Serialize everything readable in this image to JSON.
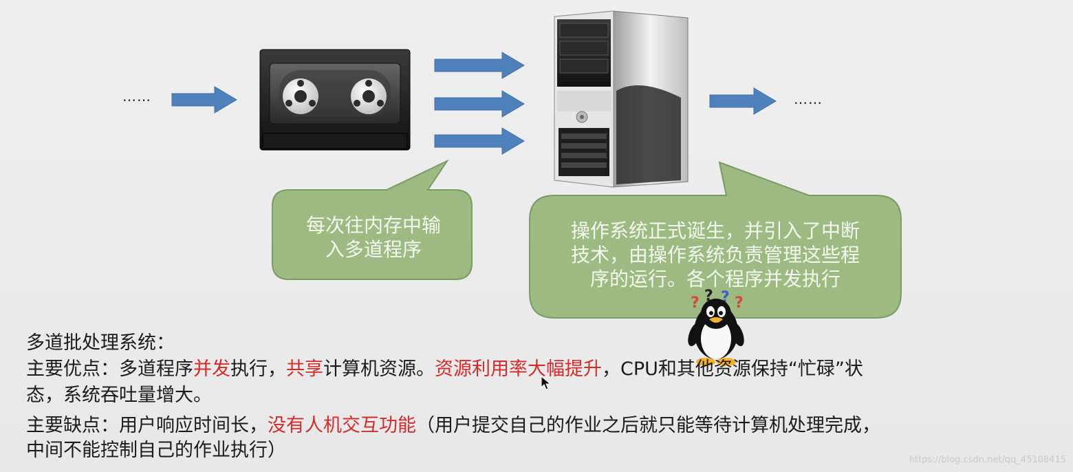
{
  "diagram": {
    "left_ellipsis": "……",
    "right_ellipsis": "……",
    "bubble_left_lines": [
      "每次往内存中输",
      "入多道程序"
    ],
    "bubble_right_lines": [
      "操作系统正式诞生，并引入了中断",
      "技术，由操作系统负责管理这些程",
      "序的运行。各个程序并发执行"
    ],
    "question_marks": [
      "?",
      "?",
      "?",
      "?"
    ],
    "colors": {
      "arrow_blue": "#4f81bd",
      "bubble_green": "#9cba82",
      "accent_red": "#d42b2b"
    }
  },
  "text": {
    "heading": "多道批处理系统：",
    "adv_label": "主要优点：",
    "adv_p1": "多道程序",
    "adv_red1": "并发",
    "adv_p2": "执行，",
    "adv_red2": "共享",
    "adv_p3": "计算机资源。",
    "adv_red3": "资源利用率大幅提升",
    "adv_p4": "，CPU和其他资源保持“忙碌”状",
    "adv_line2": "态，系统吞吐量增大。",
    "dis_label": "主要缺点：",
    "dis_p1": "用户响应时间长，",
    "dis_red1": "没有人机交互功能",
    "dis_p2": "（用户提交自己的作业之后就只能等待计算机处理完成，",
    "dis_line2": "中间不能控制自己的作业执行）"
  },
  "watermark": "https://blog.csdn.net/qq_45108415"
}
